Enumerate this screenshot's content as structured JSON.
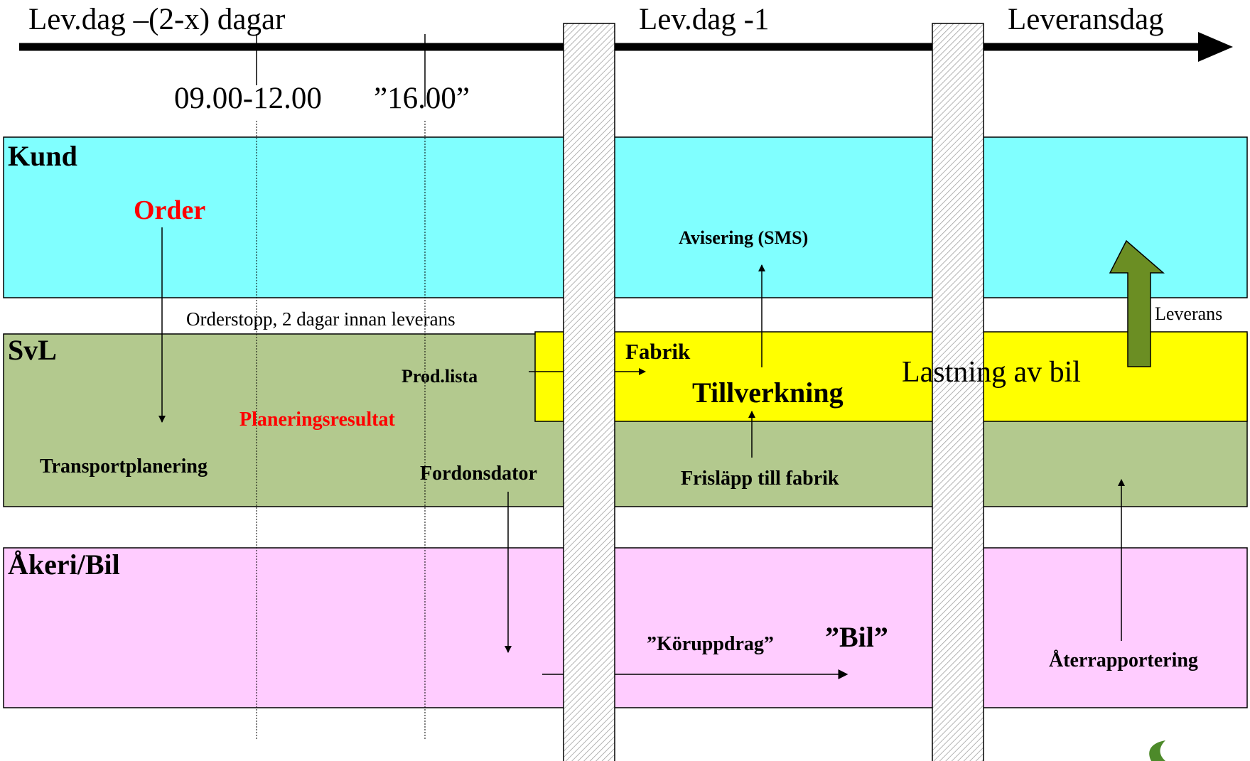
{
  "timeline": {
    "day_minus_x": "Lev.dag –(2-x) dagar",
    "day_minus_1": "Lev.dag -1",
    "delivery_day": "Leveransdag",
    "time_1": "09.00-12.00",
    "time_2": "”16.00”"
  },
  "lanes": {
    "kund": "Kund",
    "svl": "SvL",
    "akeri": "Åkeri/Bil"
  },
  "labels": {
    "order": "Order",
    "avisering": "Avisering (SMS)",
    "orderstopp": "Orderstopp, 2 dagar innan leverans",
    "leverans": "Leverans",
    "fabrik": "Fabrik",
    "prod_lista": "Prod.lista",
    "tillverkning": "Tillverkning",
    "lastning": "Lastning av bil",
    "planeringsresultat": "Planeringsresultat",
    "transportplanering": "Transportplanering",
    "fordonsdator": "Fordonsdator",
    "frislapp": "Frisläpp  till fabrik",
    "koruppdrag": "”Köruppdrag”",
    "bil": "”Bil”",
    "aterrapportering": "Återrapportering"
  },
  "colors": {
    "kund_lane": "#80FFFF",
    "svl_lane": "#B3C98E",
    "akeri_lane": "#FFCCFF",
    "fabrik_box": "#FFFF00",
    "highlight_text": "#FF0000",
    "leverans_arrow": "#6B8E23"
  }
}
